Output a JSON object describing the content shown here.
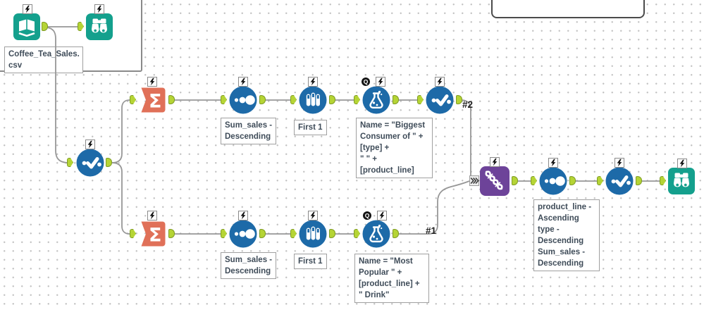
{
  "app": "workflow-canvas",
  "annotations": {
    "input_file": [
      "Coffee_Tea_Sales.",
      "csv"
    ],
    "sort_top": [
      "Sum_sales -",
      "Descending"
    ],
    "sample_top": [
      "First 1"
    ],
    "formula_top": [
      "Name = \"Biggest",
      "Consumer of \" +",
      "[type] +",
      "\" \" +",
      "[product_line]"
    ],
    "sort_bottom": [
      "Sum_sales -",
      "Descending"
    ],
    "sample_bottom": [
      "First 1"
    ],
    "formula_bottom": [
      "Name = \"Most",
      "Popular \" +",
      "[product_line] +",
      "\" Drink\""
    ],
    "sort_final": [
      "product_line -",
      "Ascending",
      "type -",
      "Descending",
      "Sum_sales -",
      "Descending"
    ]
  },
  "connection_labels": {
    "top_to_union": "#2",
    "bottom_to_union": "#1"
  },
  "badges": {
    "q": "Q"
  },
  "icons": {
    "input": "book-icon",
    "browse": "binoculars-icon",
    "select": "check-dots-icon",
    "sort": "growing-dots-icon",
    "sample": "test-tubes-icon",
    "formula": "flask-icon",
    "summarize": "sigma-icon",
    "union": "dna-strands-icon",
    "run_badge": "lightning-bolt-icon"
  },
  "colors": {
    "tool_teal": "#14a08d",
    "tool_blue": "#1d6aa8",
    "tool_orange": "#e07058",
    "tool_purple": "#6d4399",
    "anchor_green": "#b5d435",
    "anchor_border": "#7f9c25",
    "wire": "#979797",
    "annotation_text": "#3f4c59",
    "annotation_border": "#a0a0a0",
    "canvas_dot": "#c3c3c3"
  }
}
